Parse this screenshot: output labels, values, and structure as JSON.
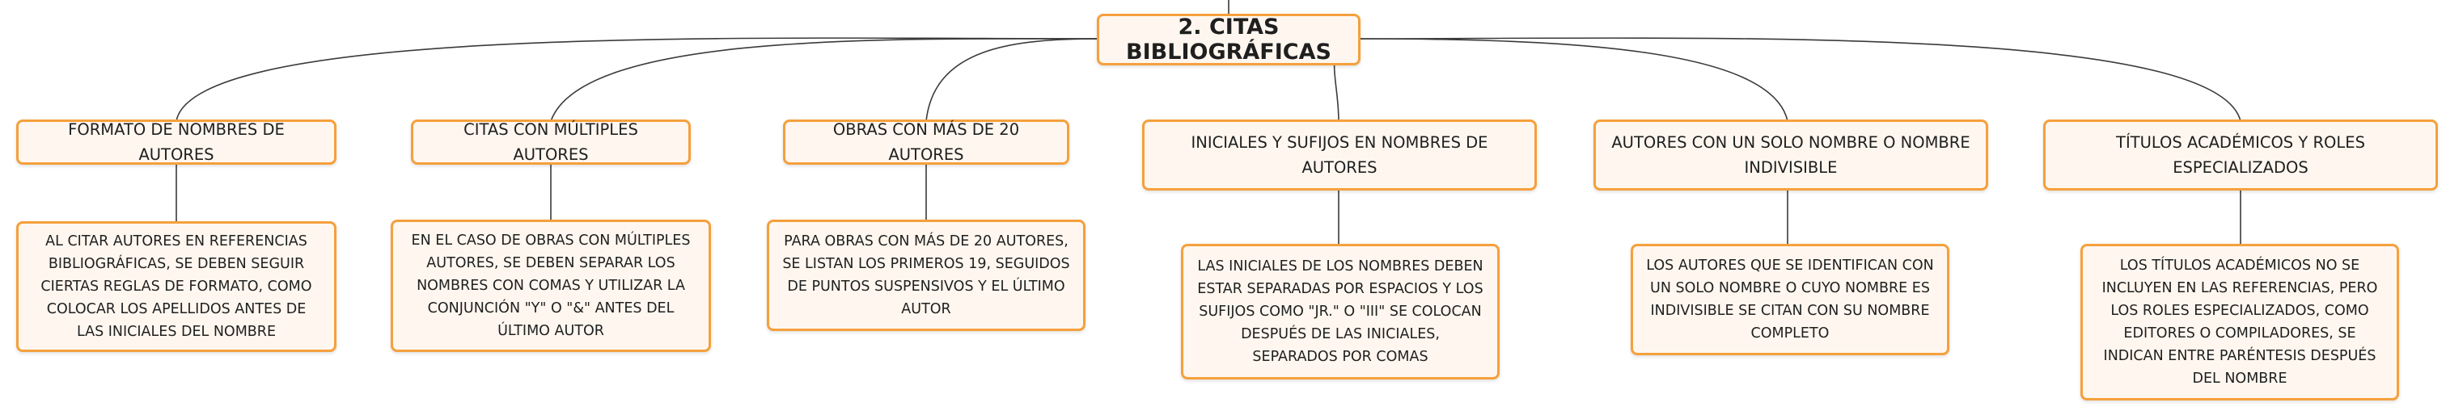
{
  "map": {
    "colors": {
      "node_border": "#f5a03c",
      "node_fill": "#fff7ef",
      "connector": "#3a3a3a",
      "text": "#1f1f1f"
    },
    "root": {
      "label": "2. CITAS BIBLIOGRÁFICAS"
    },
    "branches": [
      {
        "label": "FORMATO DE NOMBRES DE AUTORES",
        "detail": "AL CITAR AUTORES EN REFERENCIAS BIBLIOGRÁFICAS, SE DEBEN SEGUIR CIERTAS REGLAS DE FORMATO, COMO COLOCAR LOS APELLIDOS ANTES DE LAS INICIALES DEL NOMBRE"
      },
      {
        "label": "CITAS CON MÚLTIPLES AUTORES",
        "detail": "EN EL CASO DE OBRAS CON MÚLTIPLES AUTORES, SE DEBEN SEPARAR LOS NOMBRES CON COMAS Y UTILIZAR LA CONJUNCIÓN \"Y\" O \"&\" ANTES DEL ÚLTIMO AUTOR"
      },
      {
        "label": "OBRAS CON MÁS DE 20 AUTORES",
        "detail": "PARA OBRAS CON MÁS DE 20 AUTORES, SE LISTAN LOS PRIMEROS 19, SEGUIDOS DE PUNTOS SUSPENSIVOS Y EL ÚLTIMO AUTOR"
      },
      {
        "label": "INICIALES Y SUFIJOS EN NOMBRES DE AUTORES",
        "detail": "LAS INICIALES DE LOS NOMBRES DEBEN ESTAR SEPARADAS POR ESPACIOS Y LOS SUFIJOS COMO \"JR.\" O \"III\" SE COLOCAN DESPUÉS DE LAS INICIALES, SEPARADOS POR COMAS"
      },
      {
        "label": "AUTORES CON UN SOLO NOMBRE O NOMBRE INDIVISIBLE",
        "detail": "LOS AUTORES QUE SE IDENTIFICAN CON UN SOLO NOMBRE O CUYO NOMBRE ES INDIVISIBLE SE CITAN CON SU NOMBRE COMPLETO"
      },
      {
        "label": "TÍTULOS ACADÉMICOS Y ROLES ESPECIALIZADOS",
        "detail": "LOS TÍTULOS ACADÉMICOS NO SE INCLUYEN EN LAS REFERENCIAS, PERO LOS ROLES ESPECIALIZADOS, COMO EDITORES O COMPILADORES, SE INDICAN ENTRE PARÉNTESIS DESPUÉS DEL NOMBRE"
      }
    ]
  }
}
